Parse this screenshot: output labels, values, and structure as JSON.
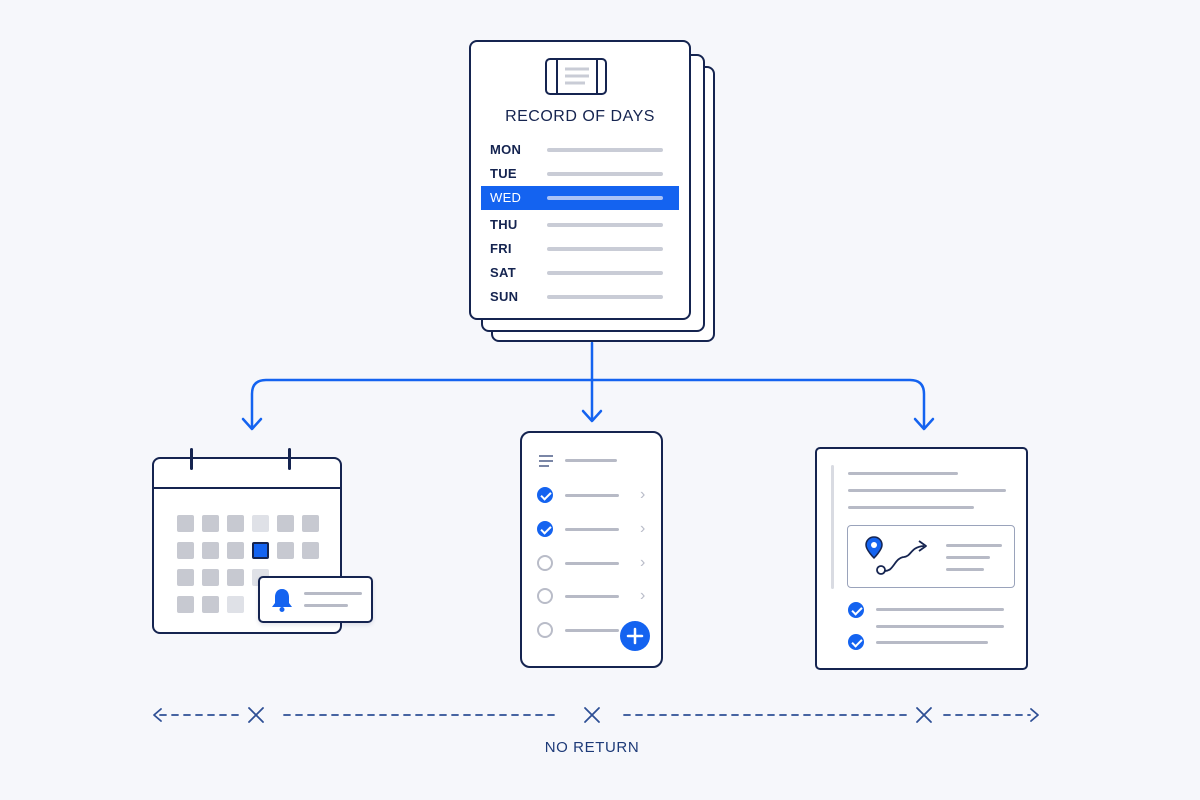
{
  "record": {
    "title": "RECORD OF DAYS",
    "days": [
      "MON",
      "TUE",
      "WED",
      "THU",
      "FRI",
      "SAT",
      "SUN"
    ],
    "active_day": "WED"
  },
  "footer": {
    "label": "NO RETURN"
  },
  "colors": {
    "accent": "#1463f0",
    "ink": "#152450",
    "muted": "#c9ccd6",
    "background": "#f6f7fb"
  },
  "icons": [
    "planner-icon",
    "bell-icon",
    "menu-icon",
    "check-icon",
    "chevron-right-icon",
    "add-icon",
    "location-pin-icon",
    "route-arrow-icon",
    "cross-marker-icon"
  ]
}
